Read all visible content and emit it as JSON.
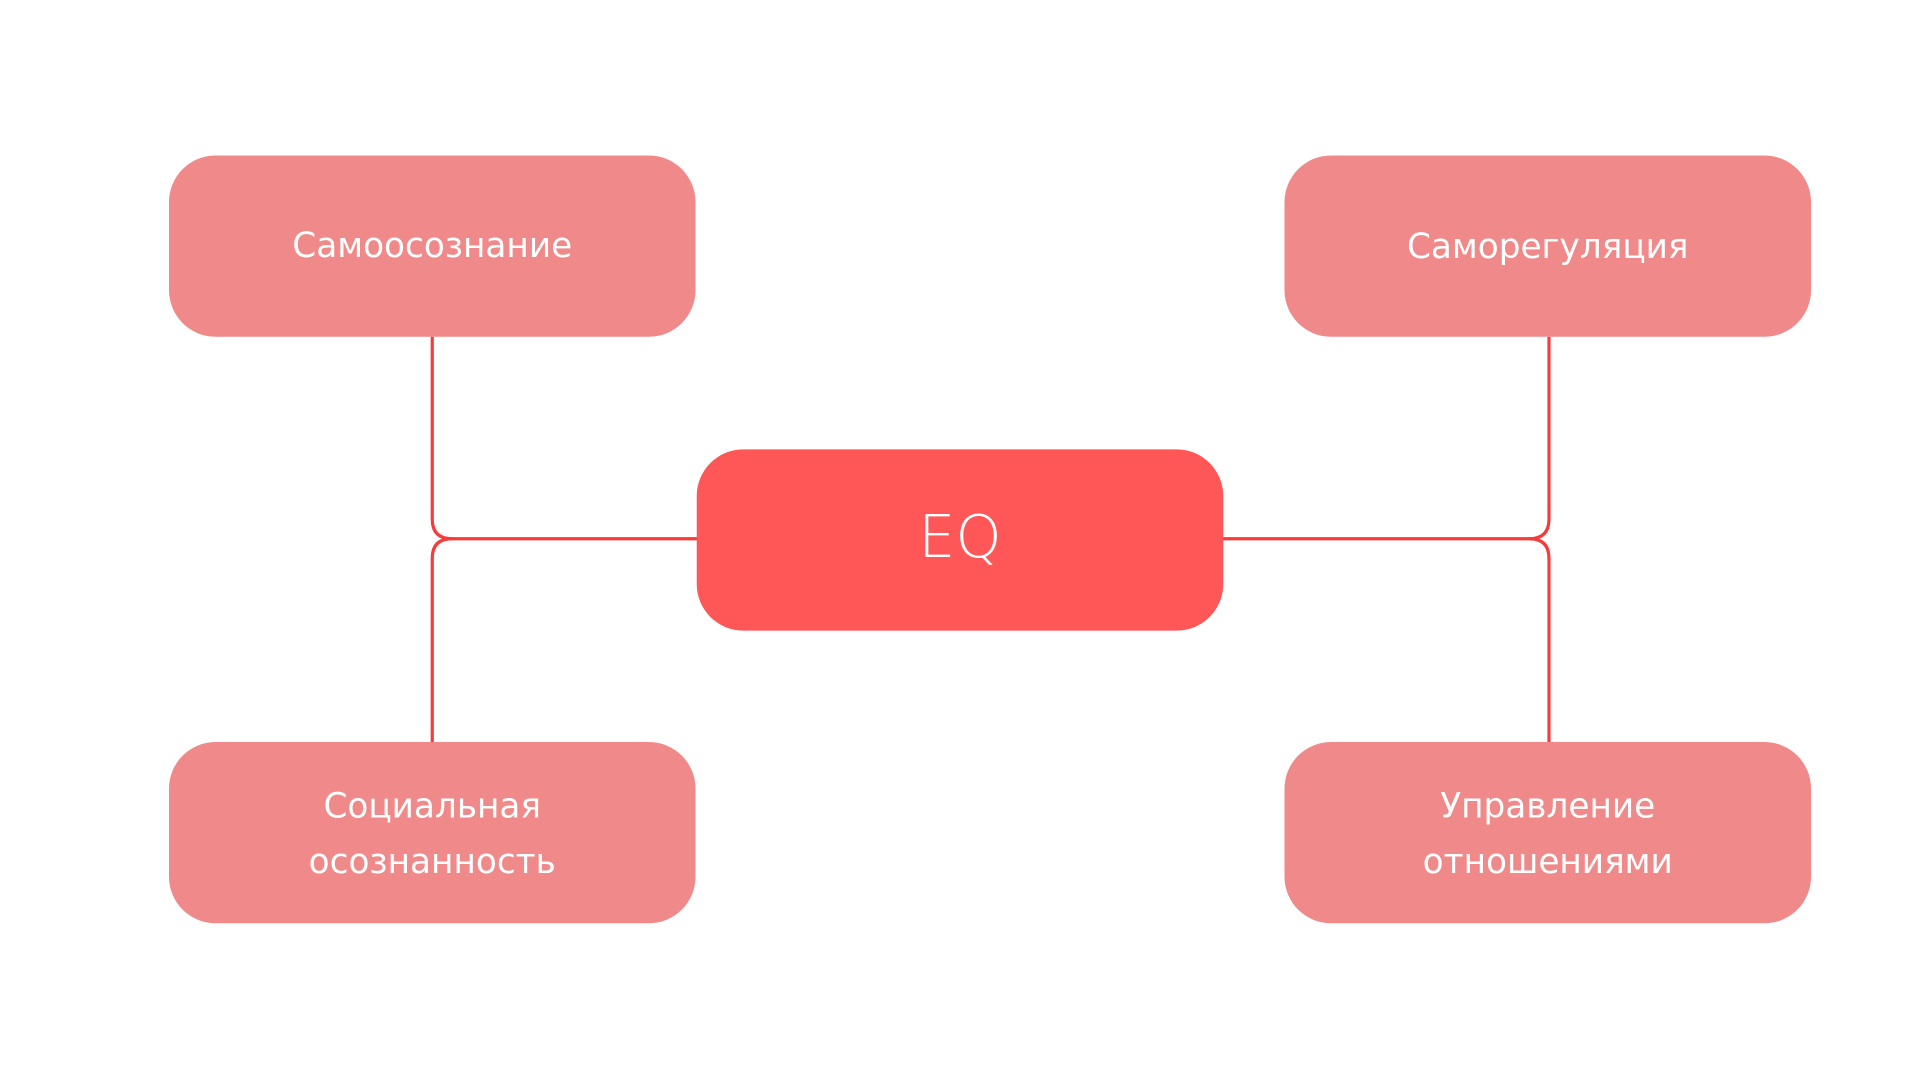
{
  "center": {
    "label": "EQ",
    "color": "#ff5757"
  },
  "nodes": [
    {
      "lines": [
        "Самоосознание"
      ]
    },
    {
      "lines": [
        "Саморегуляция"
      ]
    },
    {
      "lines": [
        "Социальная",
        "осознанность"
      ]
    },
    {
      "lines": [
        "Управление",
        "отношениями"
      ]
    }
  ],
  "colors": {
    "node": "#f08a8a",
    "connector": "#f73b3b",
    "background": "#ffffff"
  }
}
